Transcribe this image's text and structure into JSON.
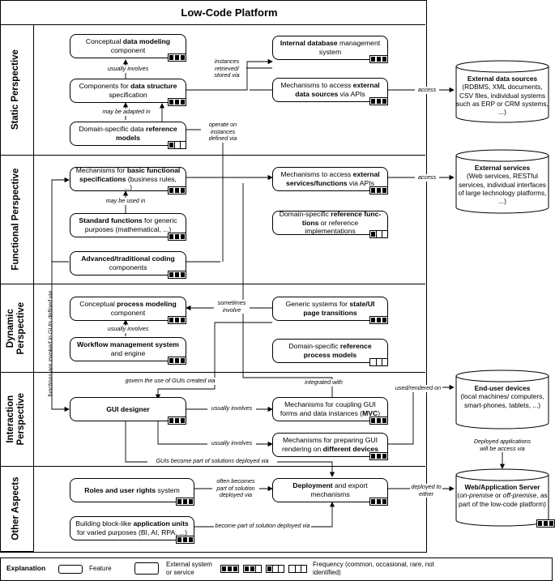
{
  "title": "Low-Code Platform",
  "perspectives": {
    "static": "Static Perspective",
    "functional": "Functional Perspective",
    "dynamic": "Dynamic Perspective",
    "interaction": "Interaction Perspective",
    "other": "Other Aspects"
  },
  "boxes": {
    "conceptual_data_modeling": {
      "pre": "Conceptual ",
      "bold": "data modeling",
      "post": " component",
      "frequency": "common"
    },
    "data_structure": {
      "pre": "Components for ",
      "bold": "data structure",
      "post": " specification",
      "frequency": "common"
    },
    "data_reference_models": {
      "pre": "Domain-specific data ",
      "bold": "reference models",
      "post": "",
      "frequency": "rare"
    },
    "internal_db": {
      "pre": "",
      "bold": "Internal database",
      "post": " management system",
      "frequency": "common"
    },
    "external_data_access": {
      "pre": "Mechanisms to access ",
      "bold": "external data sources",
      "post": " via APIs",
      "frequency": "common"
    },
    "basic_functional": {
      "pre": "Mechanisms for ",
      "bold": "basic functional specifications",
      "post": " (business rules, ...)",
      "frequency": "common"
    },
    "standard_functions": {
      "pre": "",
      "bold": "Standard functions",
      "post": " for generic purposes (mathematical, ...)",
      "frequency": "common"
    },
    "advanced_coding": {
      "pre": "",
      "bold": "Advanced/traditional coding",
      "post": " components",
      "frequency": "common"
    },
    "external_services_access": {
      "pre": "Mechanisms to access ",
      "bold": "external services/functions",
      "post": " via APIs",
      "frequency": "common"
    },
    "reference_functions": {
      "pre": "Domain-specific ",
      "bold": "reference func-tions",
      "post": " or reference implementations",
      "frequency": "rare"
    },
    "process_modeling": {
      "pre": "Conceptual ",
      "bold": "process modeling",
      "post": " component",
      "frequency": "common"
    },
    "workflow_mgmt": {
      "pre": "",
      "bold": "Workflow management system",
      "post": " and engine",
      "frequency": "common"
    },
    "state_ui_transitions": {
      "pre": "Generic systems for ",
      "bold": "state/UI page transitions",
      "post": "",
      "frequency": "common"
    },
    "reference_process_models": {
      "pre": "Domain-specific ",
      "bold": "reference process models",
      "post": "",
      "frequency": "not identified"
    },
    "gui_designer": {
      "pre": "",
      "bold": "GUI designer",
      "post": "",
      "frequency": "common"
    },
    "mvc": {
      "pre": "Mechanisms for coupling GUI forms and data instances (",
      "bold": "MVC",
      "post": ")",
      "frequency": "common"
    },
    "different_devices": {
      "pre": "Mechanisms for preparing GUI rendering on ",
      "bold": "different devices",
      "post": "",
      "frequency": "common"
    },
    "roles_rights": {
      "pre": "",
      "bold": "Roles and user rights",
      "post": " system",
      "frequency": "common"
    },
    "deployment": {
      "pre": "",
      "bold": "Deployment",
      "post": " and export mechanisms",
      "frequency": "common"
    },
    "application_units": {
      "pre": "Building block-like ",
      "bold": "application units",
      "post": " for varied purposes (BI, AI, RPA, ...)",
      "frequency": "common"
    }
  },
  "external": {
    "data_sources": {
      "title": "External data sources",
      "body": "(RDBMS, XML documents, CSV files, individual systems such as ERP or CRM systems, ...)"
    },
    "services": {
      "title": "External services",
      "body": "(Web services, RESTful services, individual interfaces of large technology platforms, ...)"
    },
    "end_user_devices": {
      "title": "End-user devices",
      "body": "(local machines/ computers, smart-phones, tablets, ...)"
    },
    "web_server": {
      "title": "Web/Application Server",
      "body_pre": "(",
      "body_italic": "on-premise",
      "body_mid": " or ",
      "body_italic2": "off-premise",
      "body_post": ", as part of the low-code platform)"
    }
  },
  "labels": {
    "usually_involves_1": "usually involves",
    "may_be_adapted_in": "may be adapted in",
    "instances_retrieved": "instances retrieved/ stored via",
    "operate_on_instances": "operate on instances defined via",
    "access_1": "access",
    "access_2": "access",
    "may_be_used_in": "may be used in",
    "sometimes_involve": "sometimes involve",
    "usually_involves_2": "usually involves",
    "functions_invoked": "functions are invoked in GUIs defined via",
    "govern_use": "govern the use of GUIs created via",
    "integrated_with": "integrated with",
    "usually_involves_3": "usually involves",
    "usually_involves_4": "usually involves",
    "used_rendered_on": "used/rendered  on",
    "deployed_apps": "Deployed applications will be access via",
    "guis_become_part": "GUIs become part of solutions deployed via",
    "often_becomes_part": "often becomes part of solution deployed via",
    "deployed_to_either": "deployed to either",
    "become_part": "become part of solution deployed via"
  },
  "legend": {
    "title": "Explanation",
    "feature": "Feature",
    "external": "External system or service",
    "frequency": "Frequency (common, occasional, rare, not identified)"
  }
}
